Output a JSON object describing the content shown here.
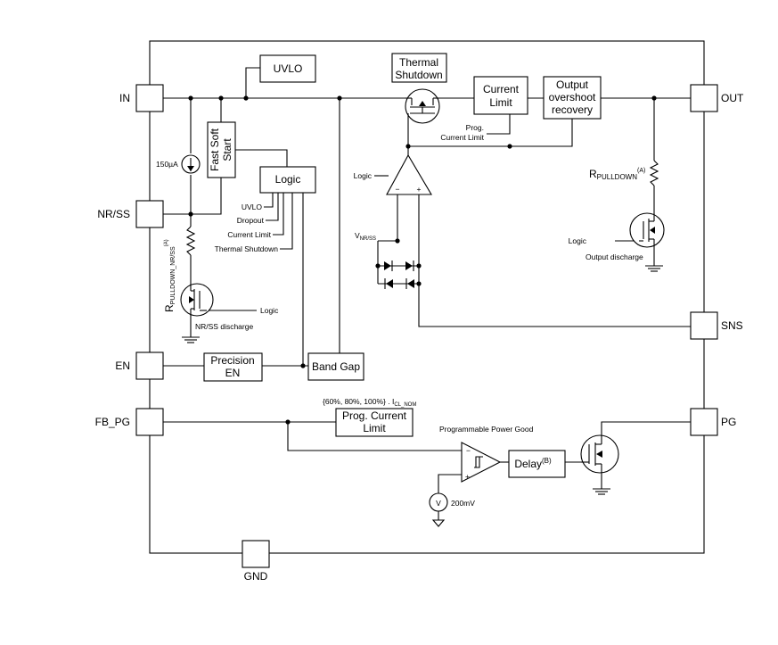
{
  "pins": {
    "in": "IN",
    "nr_ss": "NR/SS",
    "en": "EN",
    "fb_pg": "FB_PG",
    "out": "OUT",
    "sns": "SNS",
    "pg": "PG",
    "gnd": "GND"
  },
  "blocks": {
    "uvlo": "UVLO",
    "thermal_shutdown": [
      "Thermal",
      "Shutdown"
    ],
    "current_limit": [
      "Current",
      "Limit"
    ],
    "output_overshoot": [
      "Output",
      "overshoot",
      "recovery"
    ],
    "fast_soft_start": [
      "Fast Soft",
      "Start"
    ],
    "logic": "Logic",
    "precision_en": [
      "Precision",
      "EN"
    ],
    "band_gap": "Band Gap",
    "prog_current_limit": [
      "Prog. Current",
      "Limit"
    ],
    "delay": "Delay",
    "delay_sup": "(B)"
  },
  "labels": {
    "current_source": "150µA",
    "prog_current_limit_small": [
      "Prog.",
      "Current Limit"
    ],
    "logic_inputs": [
      "UVLO",
      "Dropout",
      "Current Limit",
      "Thermal Shutdown"
    ],
    "amp_logic": "Logic",
    "vnrss_main": "V",
    "vnrss_sub": "NR/SS",
    "r_pulldown_main": "R",
    "r_pulldown_sub": "PULLDOWN",
    "r_pulldown_sup": "(A)",
    "r_pulldown_nrss_main": "R",
    "r_pulldown_nrss_sub": "PULLDOWN_NR/SS",
    "r_pulldown_nrss_sup": "(A)",
    "output_discharge_logic": "Logic",
    "output_discharge": "Output discharge",
    "nrss_discharge_logic": "Logic",
    "nrss_discharge": "NR/SS discharge",
    "pct_formula": "{60%, 80%, 100%} . I",
    "pct_formula_sub": "CL_NOM",
    "programmable_power_good": "Programmable Power Good",
    "vsource_symbol": "V",
    "ref_voltage": "200mV",
    "amp_minus": "−",
    "amp_plus": "+"
  }
}
